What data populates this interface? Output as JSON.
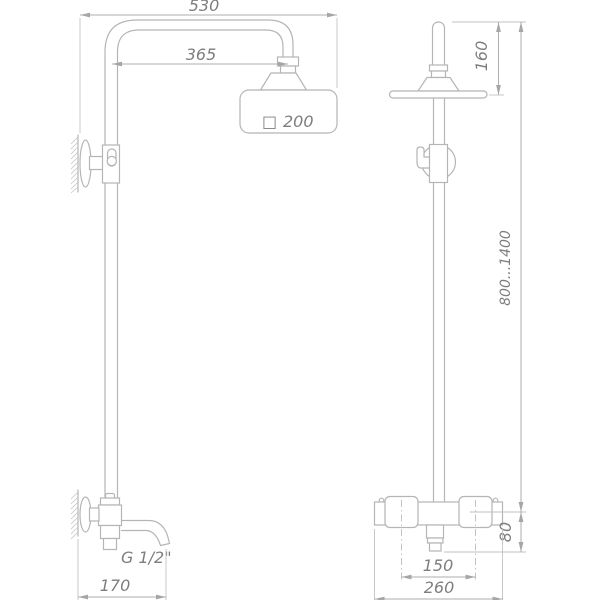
{
  "drawing": {
    "subject": "shower-column-technical-drawing",
    "line_color": "#b5b5b5",
    "text_color": "#7e7e7e",
    "side_view": {
      "labels": {
        "arm_width": "530",
        "arm_reach": "365",
        "head_size_symbol": "□",
        "head_size": "200",
        "outlet_thread": "G 1/2\"",
        "spout_reach": "170"
      }
    },
    "front_view": {
      "labels": {
        "head_height": "160",
        "column_height_range": "800...1400",
        "mixer_drop": "80",
        "handle_spacing": "150",
        "mixer_width": "260"
      }
    }
  }
}
